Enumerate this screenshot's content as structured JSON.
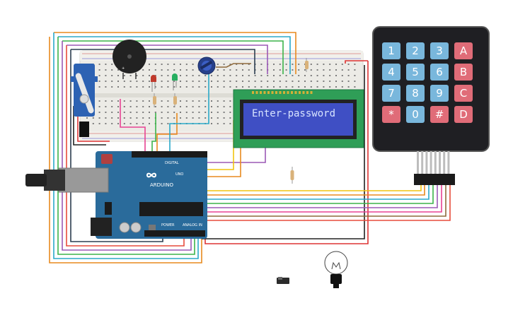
{
  "lcd": {
    "line1": "Enter-password"
  },
  "arduino": {
    "brand": "ARDUINO",
    "model": "UNO",
    "digital_label": "DIGITAL",
    "power_label": "POWER",
    "analog_label": "ANALOG IN"
  },
  "keypad": {
    "rows": [
      [
        "1",
        "2",
        "3",
        "A"
      ],
      [
        "4",
        "5",
        "6",
        "B"
      ],
      [
        "7",
        "8",
        "9",
        "C"
      ],
      [
        "*",
        "0",
        "#",
        "D"
      ]
    ]
  },
  "colors": {
    "breadboard": "#ecebe6",
    "lcd_screen": "#3f4fc4",
    "arduino": "#2a6b9b",
    "key_number": "#79b7dc",
    "key_letter": "#e06c78",
    "keypad_body": "#1f1f23"
  }
}
